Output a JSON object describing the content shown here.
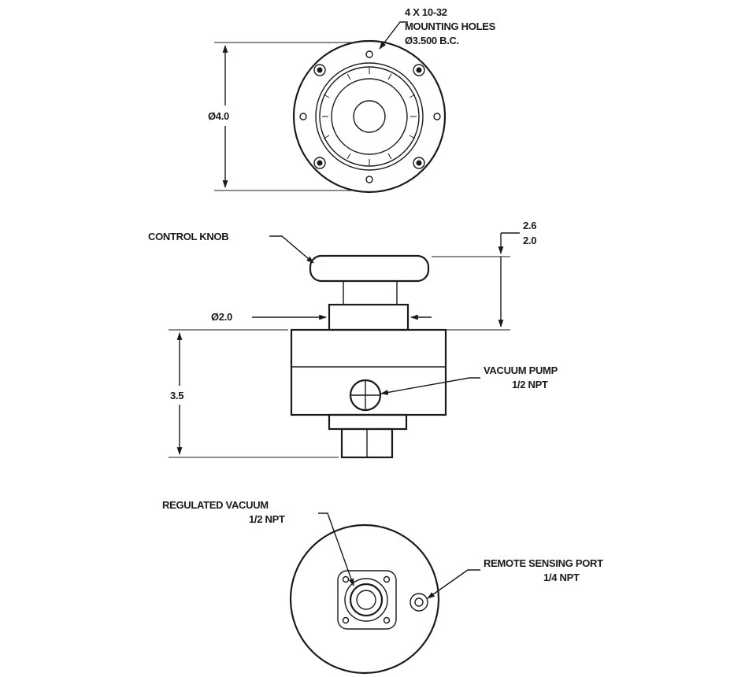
{
  "top_view": {
    "mounting_note": [
      "4 X 10-32",
      "MOUNTING HOLES",
      "Ø3.500 B.C."
    ],
    "diameter_label": "Ø4.0"
  },
  "side_view": {
    "control_knob_label": "CONTROL KNOB",
    "height_dims": [
      "2.6",
      "2.0"
    ],
    "neck_diameter_label": "Ø2.0",
    "body_height_label": "3.5",
    "vacuum_pump_label": [
      "VACUUM PUMP",
      "1/2 NPT"
    ]
  },
  "bottom_view": {
    "regulated_vacuum_label": [
      "REGULATED VACUUM",
      "1/2 NPT"
    ],
    "remote_sensing_label": [
      "REMOTE SENSING PORT",
      "1/4 NPT"
    ]
  }
}
